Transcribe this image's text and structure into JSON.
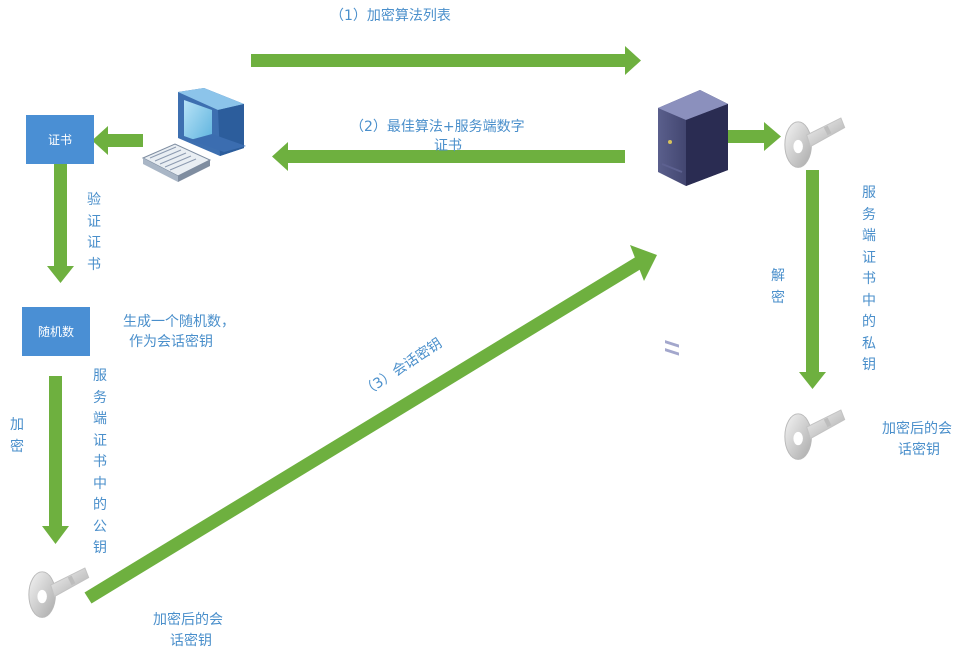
{
  "colors": {
    "arrow": "#6eb03f",
    "box": "#4a8fd4",
    "text": "#4a8fcb"
  },
  "icons": {
    "client": "desktop-computer-icon",
    "server": "server-tower-icon",
    "key": "key-icon"
  },
  "boxes": {
    "certificate": "证书",
    "random": "随机数"
  },
  "labels": {
    "step1": "（1）加密算法列表",
    "step2_line1": "（2）最佳算法+服务端数字",
    "step2_line2": "证书",
    "verify": "验证证书",
    "generate_line1": "生成一个随机数，",
    "generate_line2": "作为会话密钥",
    "encrypt": "加密",
    "public_key": "服务端证书中的公钥",
    "step3": "（3）会话密钥",
    "decrypt": "解密",
    "private_key": "服务端证书中的私钥",
    "enc_key_left_line1": "加密后的会",
    "enc_key_left_line2": "话密钥",
    "enc_key_right_line1": "加密后的会",
    "enc_key_right_line2": "话密钥"
  }
}
